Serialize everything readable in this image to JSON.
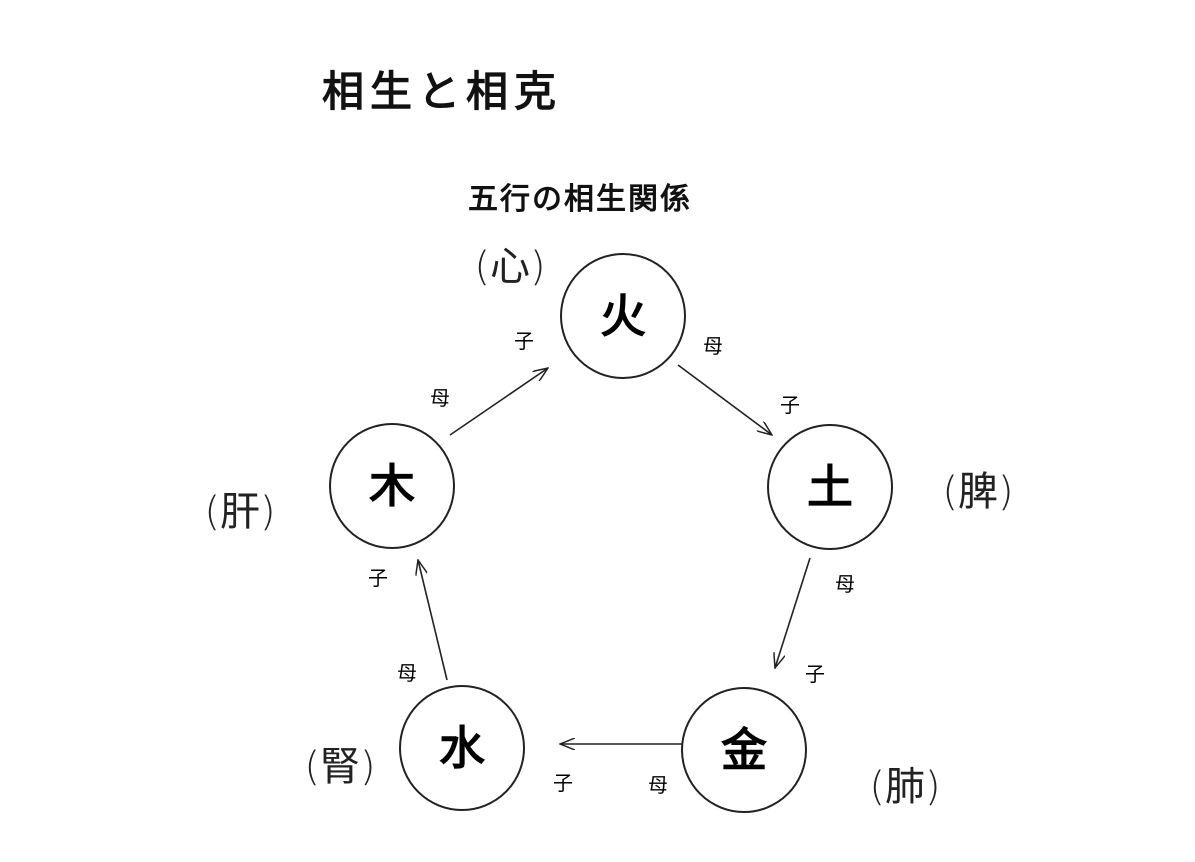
{
  "title": "相生と相克",
  "subtitle": "五行の相生関係",
  "elements": {
    "fire": {
      "label": "火",
      "organ": "(心)"
    },
    "earth": {
      "label": "土",
      "organ": "(脾)"
    },
    "metal": {
      "label": "金",
      "organ": "(肺)"
    },
    "water": {
      "label": "水",
      "organ": "(腎)"
    },
    "wood": {
      "label": "木",
      "organ": "(肝)"
    }
  },
  "relations": {
    "mother": "母",
    "child": "子"
  }
}
